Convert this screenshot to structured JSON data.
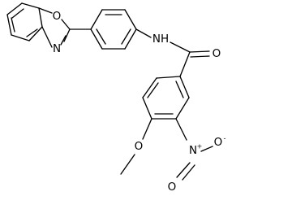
{
  "atoms": {
    "oxazole_o": "O",
    "oxazole_n": "N",
    "amide_nh": "NH",
    "carbonyl_o": "O",
    "methoxy_o": "O",
    "nitro_n": "N",
    "nitro_n_charge": "+",
    "nitro_o_minus": "O",
    "nitro_o_minus_charge": "-",
    "nitro_o": "O"
  }
}
